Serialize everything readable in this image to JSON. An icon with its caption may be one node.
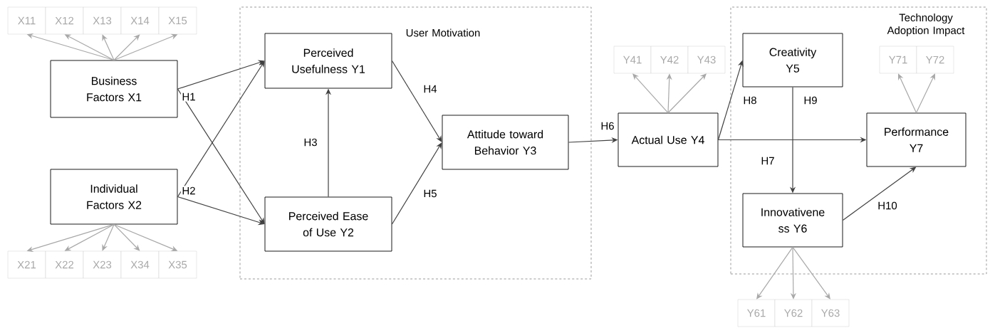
{
  "diagram": {
    "nodes": [
      {
        "text": [
          "Business Factors X1"
        ]
      },
      {
        "text": [
          "Individual Factors X2"
        ]
      },
      {
        "text": [
          "User Motivation"
        ]
      },
      {
        "text": [
          "Perceived Usefulness Y1"
        ],
        "in": 2
      },
      {
        "text": [
          "Perceived Ease of Use Y2"
        ],
        "in": 2
      },
      {
        "text": [
          "Attitude toward Behavior Y3"
        ],
        "in": 2
      },
      {
        "text": [
          "Actual Use Y4"
        ]
      },
      {
        "text": [
          "Technology Adoption Impact"
        ]
      },
      {
        "text": [
          "Creativity Y5"
        ],
        "in": 7
      },
      {
        "text": [
          "Innovativene ss Y6"
        ],
        "in": 7
      },
      {
        "text": [
          "Performance Y7"
        ],
        "in": 7
      },
      {
        "text": [
          "X11"
        ]
      },
      {
        "text": [
          "X12"
        ]
      },
      {
        "text": [
          "X13"
        ]
      },
      {
        "text": [
          "X14"
        ]
      },
      {
        "text": [
          "X15"
        ]
      },
      {
        "text": [
          "X21"
        ]
      },
      {
        "text": [
          "X22"
        ]
      },
      {
        "text": [
          "X23"
        ]
      },
      {
        "text": [
          "X34"
        ]
      },
      {
        "text": [
          "X35"
        ]
      },
      {
        "text": [
          "Y41"
        ]
      },
      {
        "text": [
          "Y42"
        ]
      },
      {
        "text": [
          "Y43"
        ]
      },
      {
        "text": [
          "Y71"
        ],
        "in": 7
      },
      {
        "text": [
          "Y72"
        ],
        "in": 7
      },
      {
        "text": [
          "Y61"
        ]
      },
      {
        "text": [
          "Y62"
        ]
      },
      {
        "text": [
          "Y63"
        ]
      }
    ],
    "edges": [
      {
        "from": 0,
        "to": 3,
        "arrow": "to",
        "label": "H1",
        "color": "#404040"
      },
      {
        "from": 0,
        "to": 4,
        "arrow": "to",
        "color": "#404040"
      },
      {
        "from": 1,
        "to": 3,
        "arrow": "to",
        "color": "#404040"
      },
      {
        "from": 1,
        "to": 4,
        "arrow": "to",
        "label": "H2",
        "color": "#404040"
      },
      {
        "from": 4,
        "to": 3,
        "arrow": "to",
        "label": "H3",
        "color": "#404040"
      },
      {
        "from": 3,
        "to": 5,
        "arrow": "to",
        "label": "H4",
        "color": "#404040"
      },
      {
        "from": 4,
        "to": 5,
        "arrow": "to",
        "label": "H5",
        "color": "#404040"
      },
      {
        "from": 5,
        "to": 6,
        "arrow": "to",
        "label": "H6",
        "color": "#404040"
      },
      {
        "from": 6,
        "to": 8,
        "arrow": "to",
        "label": "H8",
        "color": "#404040"
      },
      {
        "from": 6,
        "to": 10,
        "arrow": "to",
        "label": "H7",
        "color": "#404040"
      },
      {
        "from": 8,
        "to": 9,
        "arrow": "to",
        "label": "H9",
        "color": "#404040"
      },
      {
        "from": 9,
        "to": 10,
        "arrow": "to",
        "label": "H10",
        "color": "#404040"
      },
      {
        "from": 0,
        "to": 11,
        "arrow": "to"
      },
      {
        "from": 0,
        "to": 12,
        "arrow": "to"
      },
      {
        "from": 0,
        "to": 13,
        "arrow": "to"
      },
      {
        "from": 0,
        "to": 14,
        "arrow": "to"
      },
      {
        "from": 0,
        "to": 15,
        "arrow": "to"
      },
      {
        "from": 1,
        "to": 16,
        "arrow": "to"
      },
      {
        "from": 1,
        "to": 17,
        "arrow": "to"
      },
      {
        "from": 1,
        "to": 18,
        "arrow": "to"
      },
      {
        "from": 1,
        "to": 19,
        "arrow": "to"
      },
      {
        "from": 1,
        "to": 20,
        "arrow": "to"
      },
      {
        "from": 6,
        "to": 21,
        "arrow": "to"
      },
      {
        "from": 6,
        "to": 22,
        "arrow": "to"
      },
      {
        "from": 6,
        "to": 23,
        "arrow": "to"
      },
      {
        "from": 10,
        "to": 24,
        "arrow": "to"
      },
      {
        "from": 10,
        "to": 25,
        "arrow": "to"
      },
      {
        "from": 9,
        "to": 26,
        "arrow": "to"
      },
      {
        "from": 9,
        "to": 27,
        "arrow": "to"
      },
      {
        "from": 9,
        "to": 28,
        "arrow": "to"
      }
    ]
  }
}
